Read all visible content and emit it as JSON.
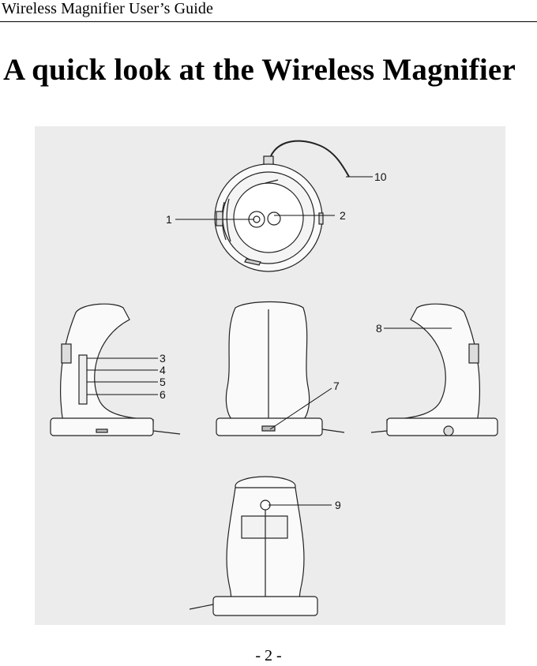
{
  "header": {
    "running_title": "Wireless Magnifier User’s Guide"
  },
  "title": "A quick look at the Wireless Magnifier",
  "figure": {
    "callouts": [
      "1",
      "2",
      "3",
      "4",
      "5",
      "6",
      "7",
      "8",
      "9",
      "10"
    ]
  },
  "footer": {
    "page_number": "- 2 -"
  }
}
